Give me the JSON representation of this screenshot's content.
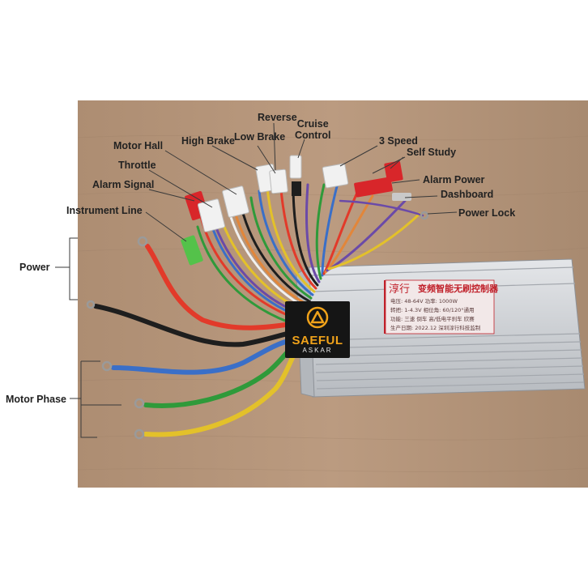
{
  "labels": {
    "reverse": "Reverse",
    "cruise_control": "Cruise\nControl",
    "low_brake": "Low Brake",
    "high_brake": "High Brake",
    "motor_hall": "Motor Hall",
    "throttle": "Throttle",
    "alarm_signal": "Alarm Signal",
    "instrument_line": "Instrument Line",
    "three_speed": "3 Speed",
    "self_study": "Self Study",
    "alarm_power": "Alarm Power",
    "dashboard": "Dashboard",
    "power_lock": "Power Lock",
    "power": "Power",
    "motor_phase": "Motor Phase"
  },
  "logo": {
    "name": "SAEFUL",
    "sub": "ASKAR"
  },
  "plate": {
    "brand": "淳行",
    "title": "变频智能无刷控制器",
    "lines": [
      "电压: 48-64V   功率: 1000W",
      "转把: 1-4.3V   相位角: 60/120°通用",
      "功能: 三速 倒车 高/低电平刹车 欣赛",
      "生产日期: 2022.12  深圳淳行科技监制"
    ]
  },
  "colors": {
    "wood": "#b5957a",
    "controller": "#cfd2d6",
    "wire_red": "#e23a2a",
    "wire_black": "#1e1e1e",
    "wire_blue": "#3a6fc8",
    "wire_green": "#2f9a3a",
    "wire_yellow": "#e3c12a"
  }
}
